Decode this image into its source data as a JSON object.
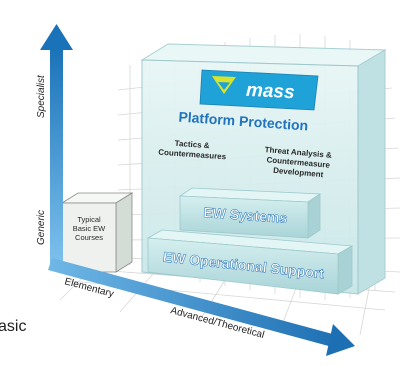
{
  "axes": {
    "y_top_label": "Specialist",
    "y_bottom_label": "Generic",
    "x_left_label": "Elementary",
    "x_right_label": "Advanced/Theoretical"
  },
  "small_box": {
    "lines": [
      "Typical",
      "Basic EW",
      "Courses"
    ]
  },
  "large_box": {
    "logo_text": "mass",
    "title": "Platform Protection",
    "left_block": [
      "Tactics &",
      "Countermeasures"
    ],
    "right_block": [
      "Threat Analysis &",
      "Countermeasure",
      "Development"
    ],
    "middle_band": "EW Systems",
    "bottom_band": "EW Operational Support"
  },
  "cropped_text": "asic",
  "colors": {
    "arrow": "#2f8ecf",
    "box_fill": "#d9eff0",
    "box_text": "#1f6fb8",
    "logo_bg": "#21a3d6",
    "logo_accent": "#d5e12a"
  }
}
